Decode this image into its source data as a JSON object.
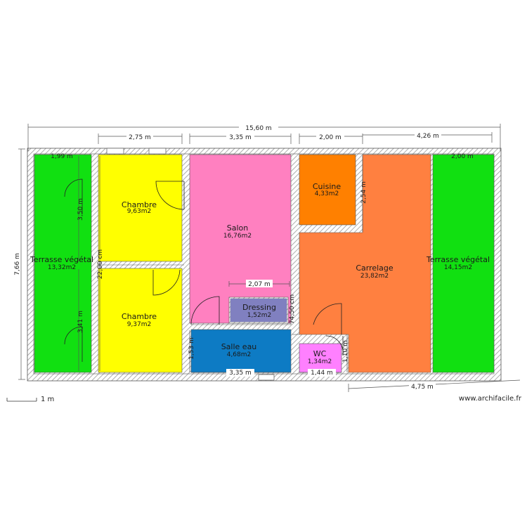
{
  "plan": {
    "rooms": [
      {
        "key": "terrasse_left",
        "name": "Terrasse végétal",
        "area": "13,32m2",
        "color": "#11e011"
      },
      {
        "key": "chambre_top",
        "name": "Chambre",
        "area": "9,63m2",
        "color": "#ffff00"
      },
      {
        "key": "chambre_bottom",
        "name": "Chambre",
        "area": "9,37m2",
        "color": "#ffff00"
      },
      {
        "key": "salon",
        "name": "Salon",
        "area": "16,76m2",
        "color": "#ff80c0"
      },
      {
        "key": "dressing",
        "name": "Dressing",
        "area": "1,52m2",
        "color": "#8080c0"
      },
      {
        "key": "salle_eau",
        "name": "Salle eau",
        "area": "4,68m2",
        "color": "#0d7bc4"
      },
      {
        "key": "cuisine",
        "name": "Cuisine",
        "area": "4,33m2",
        "color": "#ff8000"
      },
      {
        "key": "wc",
        "name": "WC",
        "area": "1,34m2",
        "color": "#ff80ff"
      },
      {
        "key": "carrelage",
        "name": "Carrelage",
        "area": "23,82m2",
        "color": "#ff8040"
      },
      {
        "key": "terrasse_right",
        "name": "Terrasse végétal",
        "area": "14,15m2",
        "color": "#11e011"
      }
    ],
    "dimensions": {
      "overall_width": "15,60 m",
      "top_chambre": "2,75 m",
      "top_salon": "3,35 m",
      "top_cuisine": "2,00 m",
      "top_right": "4,26 m",
      "terrasse_left_width": "1,99 m",
      "terrasse_right_width": "2,00 m",
      "left_height": "7,66 m",
      "chambre_top_height": "3,50 m",
      "chambre_bottom_height": "3,41 m",
      "chambre_side": "22,00 cm",
      "cuisine_height": "2,54 m",
      "dressing_width": "2,07 m",
      "dressing_side": "74,50 cm",
      "salle_eau_side": "1,53 m",
      "salle_eau_width": "3,35 m",
      "wc_width": "1,44 m",
      "wc_height": "1,10 m",
      "bottom_right": "4,75 m"
    },
    "scale_label": "1 m",
    "watermark": "www.archifacile.fr"
  }
}
